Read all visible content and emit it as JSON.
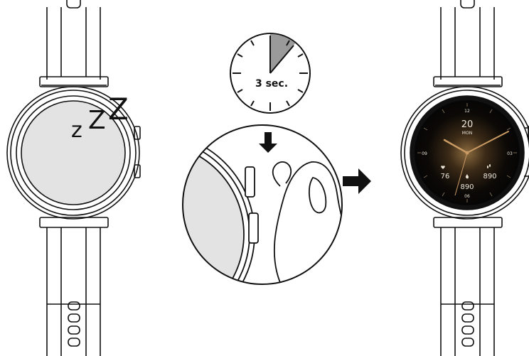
{
  "timer": {
    "label": "3 sec."
  },
  "sleep": {
    "z1": "z",
    "z2": "Z",
    "z3": "Z"
  },
  "watch_face": {
    "date_day": "20",
    "date_weekday": "MON",
    "hour_marks": {
      "top": "12",
      "right": "03",
      "bottom": "06",
      "left": "09"
    },
    "heart_rate": "76",
    "steps": "890",
    "calories": "890"
  },
  "colors": {
    "line": "#111111",
    "screen_off": "#e3e3e3",
    "timer_sector": "#9a9a9a",
    "face_glow": "#8a6a3e",
    "face_dark": "#060606",
    "hands": "#c99a64"
  },
  "icons": [
    "arrow-down-icon",
    "arrow-right-icon",
    "heart-icon",
    "steps-icon",
    "flame-icon",
    "finger-icon"
  ]
}
